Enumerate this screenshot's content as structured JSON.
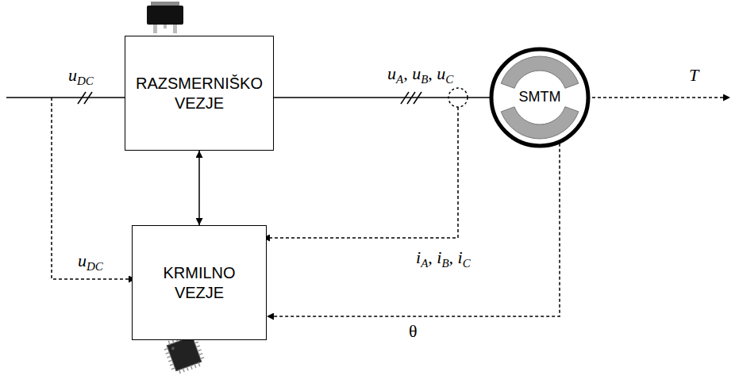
{
  "diagram": {
    "nodes": [
      {
        "text": [
          "RAZSMERNIŠKO VEZJE"
        ]
      },
      {
        "text": [
          "SMTM"
        ]
      },
      {
        "text": [
          "KRMILNO VEZJE"
        ]
      }
    ],
    "edges": [
      {
        "from": 0,
        "to": 2,
        "arrow": "both"
      },
      {
        "from": 0,
        "to": 1,
        "arrow": "none"
      },
      {
        "from": 1,
        "to": 2,
        "label": "θ",
        "arrow": "to"
      }
    ],
    "labels": [
      "uDC",
      "uA, uB, uC",
      "T",
      "uDC",
      "iA, iB, iC"
    ]
  }
}
